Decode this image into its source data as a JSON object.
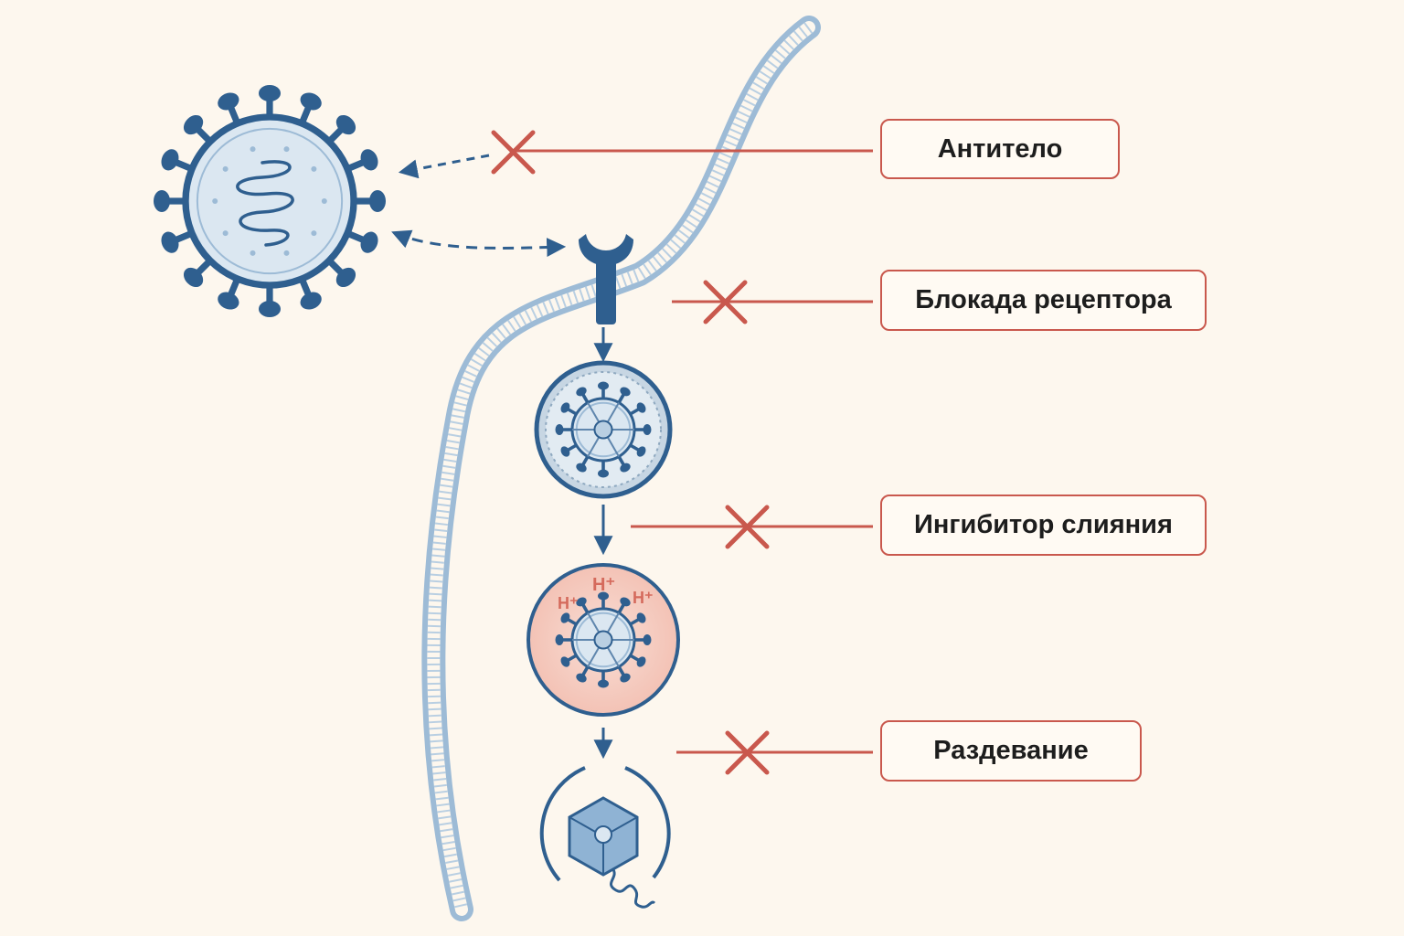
{
  "colors": {
    "background": "#fdf7ee",
    "virus_blue": "#2f5f8f",
    "virus_fill": "#dbe7f1",
    "membrane": "#9dbbd6",
    "inhibitor_red": "#c9584d",
    "acid_pink": "#f6cfc4"
  },
  "inhibitors": [
    {
      "id": "antibody",
      "label": "Антитело"
    },
    {
      "id": "receptor-block",
      "label": "Блокада рецептора"
    },
    {
      "id": "fusion-inhibitor",
      "label": "Ингибитор слияния"
    },
    {
      "id": "uncoating",
      "label": "Раздевание"
    }
  ],
  "endosome": {
    "proton_label": "H⁺"
  }
}
